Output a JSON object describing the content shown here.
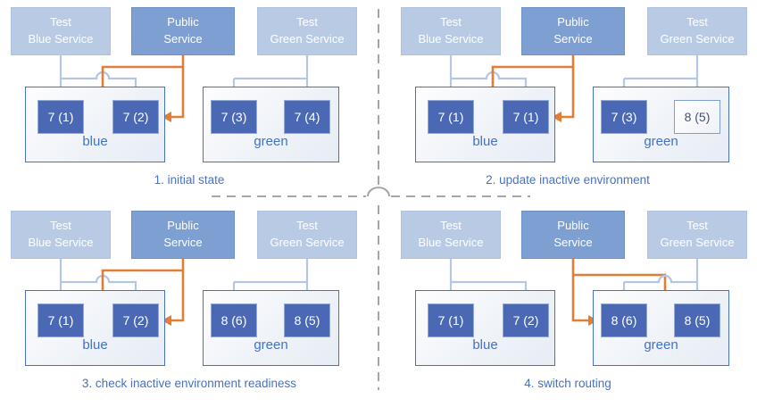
{
  "colors": {
    "accent_blue": "#4472c4",
    "pod_fill": "#4a68b4",
    "pod_border": "#93a9d8",
    "service_light_fill": "#b9cbe4",
    "service_public_fill": "#7e9fd2",
    "arrow_light": "#b3c6e5",
    "arrow_orange": "#e07e35",
    "divider_gray": "#a6a6a6",
    "inactive_text": "#44546a"
  },
  "panels": [
    {
      "caption": "1. initial state",
      "services": [
        {
          "line1": "Test",
          "line2": "Blue Service"
        },
        {
          "line1": "Public",
          "line2": "Service"
        },
        {
          "line1": "Test",
          "line2": "Green Service"
        }
      ],
      "blue_env": {
        "label": "blue",
        "pods": [
          {
            "label": "7 (1)"
          },
          {
            "label": "7 (2)"
          }
        ]
      },
      "green_env": {
        "label": "green",
        "pods": [
          {
            "label": "7 (3)"
          },
          {
            "label": "7 (4)"
          }
        ]
      }
    },
    {
      "caption": "2. update inactive environment",
      "services": [
        {
          "line1": "Test",
          "line2": "Blue Service"
        },
        {
          "line1": "Public",
          "line2": "Service"
        },
        {
          "line1": "Test",
          "line2": "Green Service"
        }
      ],
      "blue_env": {
        "label": "blue",
        "pods": [
          {
            "label": "7 (1)"
          },
          {
            "label": "7 (1)"
          }
        ]
      },
      "green_env": {
        "label": "green",
        "pods": [
          {
            "label": "7 (3)"
          },
          {
            "label": "8 (5)"
          }
        ]
      }
    },
    {
      "caption": "3. check inactive environment readiness",
      "services": [
        {
          "line1": "Test",
          "line2": "Blue Service"
        },
        {
          "line1": "Public",
          "line2": "Service"
        },
        {
          "line1": "Test",
          "line2": "Green Service"
        }
      ],
      "blue_env": {
        "label": "blue",
        "pods": [
          {
            "label": "7 (1)"
          },
          {
            "label": "7 (2)"
          }
        ]
      },
      "green_env": {
        "label": "green",
        "pods": [
          {
            "label": "8 (6)"
          },
          {
            "label": "8 (5)"
          }
        ]
      }
    },
    {
      "caption": "4. switch routing",
      "services": [
        {
          "line1": "Test",
          "line2": "Blue Service"
        },
        {
          "line1": "Public",
          "line2": "Service"
        },
        {
          "line1": "Test",
          "line2": "Green Service"
        }
      ],
      "blue_env": {
        "label": "blue",
        "pods": [
          {
            "label": "7 (1)"
          },
          {
            "label": "7 (2)"
          }
        ]
      },
      "green_env": {
        "label": "green",
        "pods": [
          {
            "label": "8 (6)"
          },
          {
            "label": "8 (5)"
          }
        ]
      }
    }
  ]
}
